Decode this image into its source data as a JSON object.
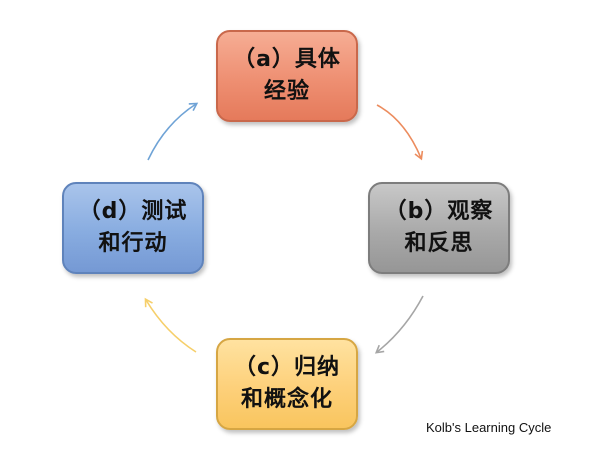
{
  "boxes": {
    "a": {
      "line1": "（a）具体",
      "line2": "经验",
      "color": "#ee8f72"
    },
    "b": {
      "line1": "（b）观察",
      "line2": "和反思",
      "color": "#a9a9a9"
    },
    "c": {
      "line1": "（c）归纳",
      "line2": "和概念化",
      "color": "#fdd07a"
    },
    "d": {
      "line1": "（d）测试",
      "line2": "和行动",
      "color": "#88ace0"
    }
  },
  "arrow_colors": {
    "a_to_b": "#ec8c5e",
    "b_to_c": "#a6a6a6",
    "c_to_d": "#f6cf6a",
    "d_to_a": "#6fa3d6"
  },
  "caption": "Kolb's Learning Cycle"
}
